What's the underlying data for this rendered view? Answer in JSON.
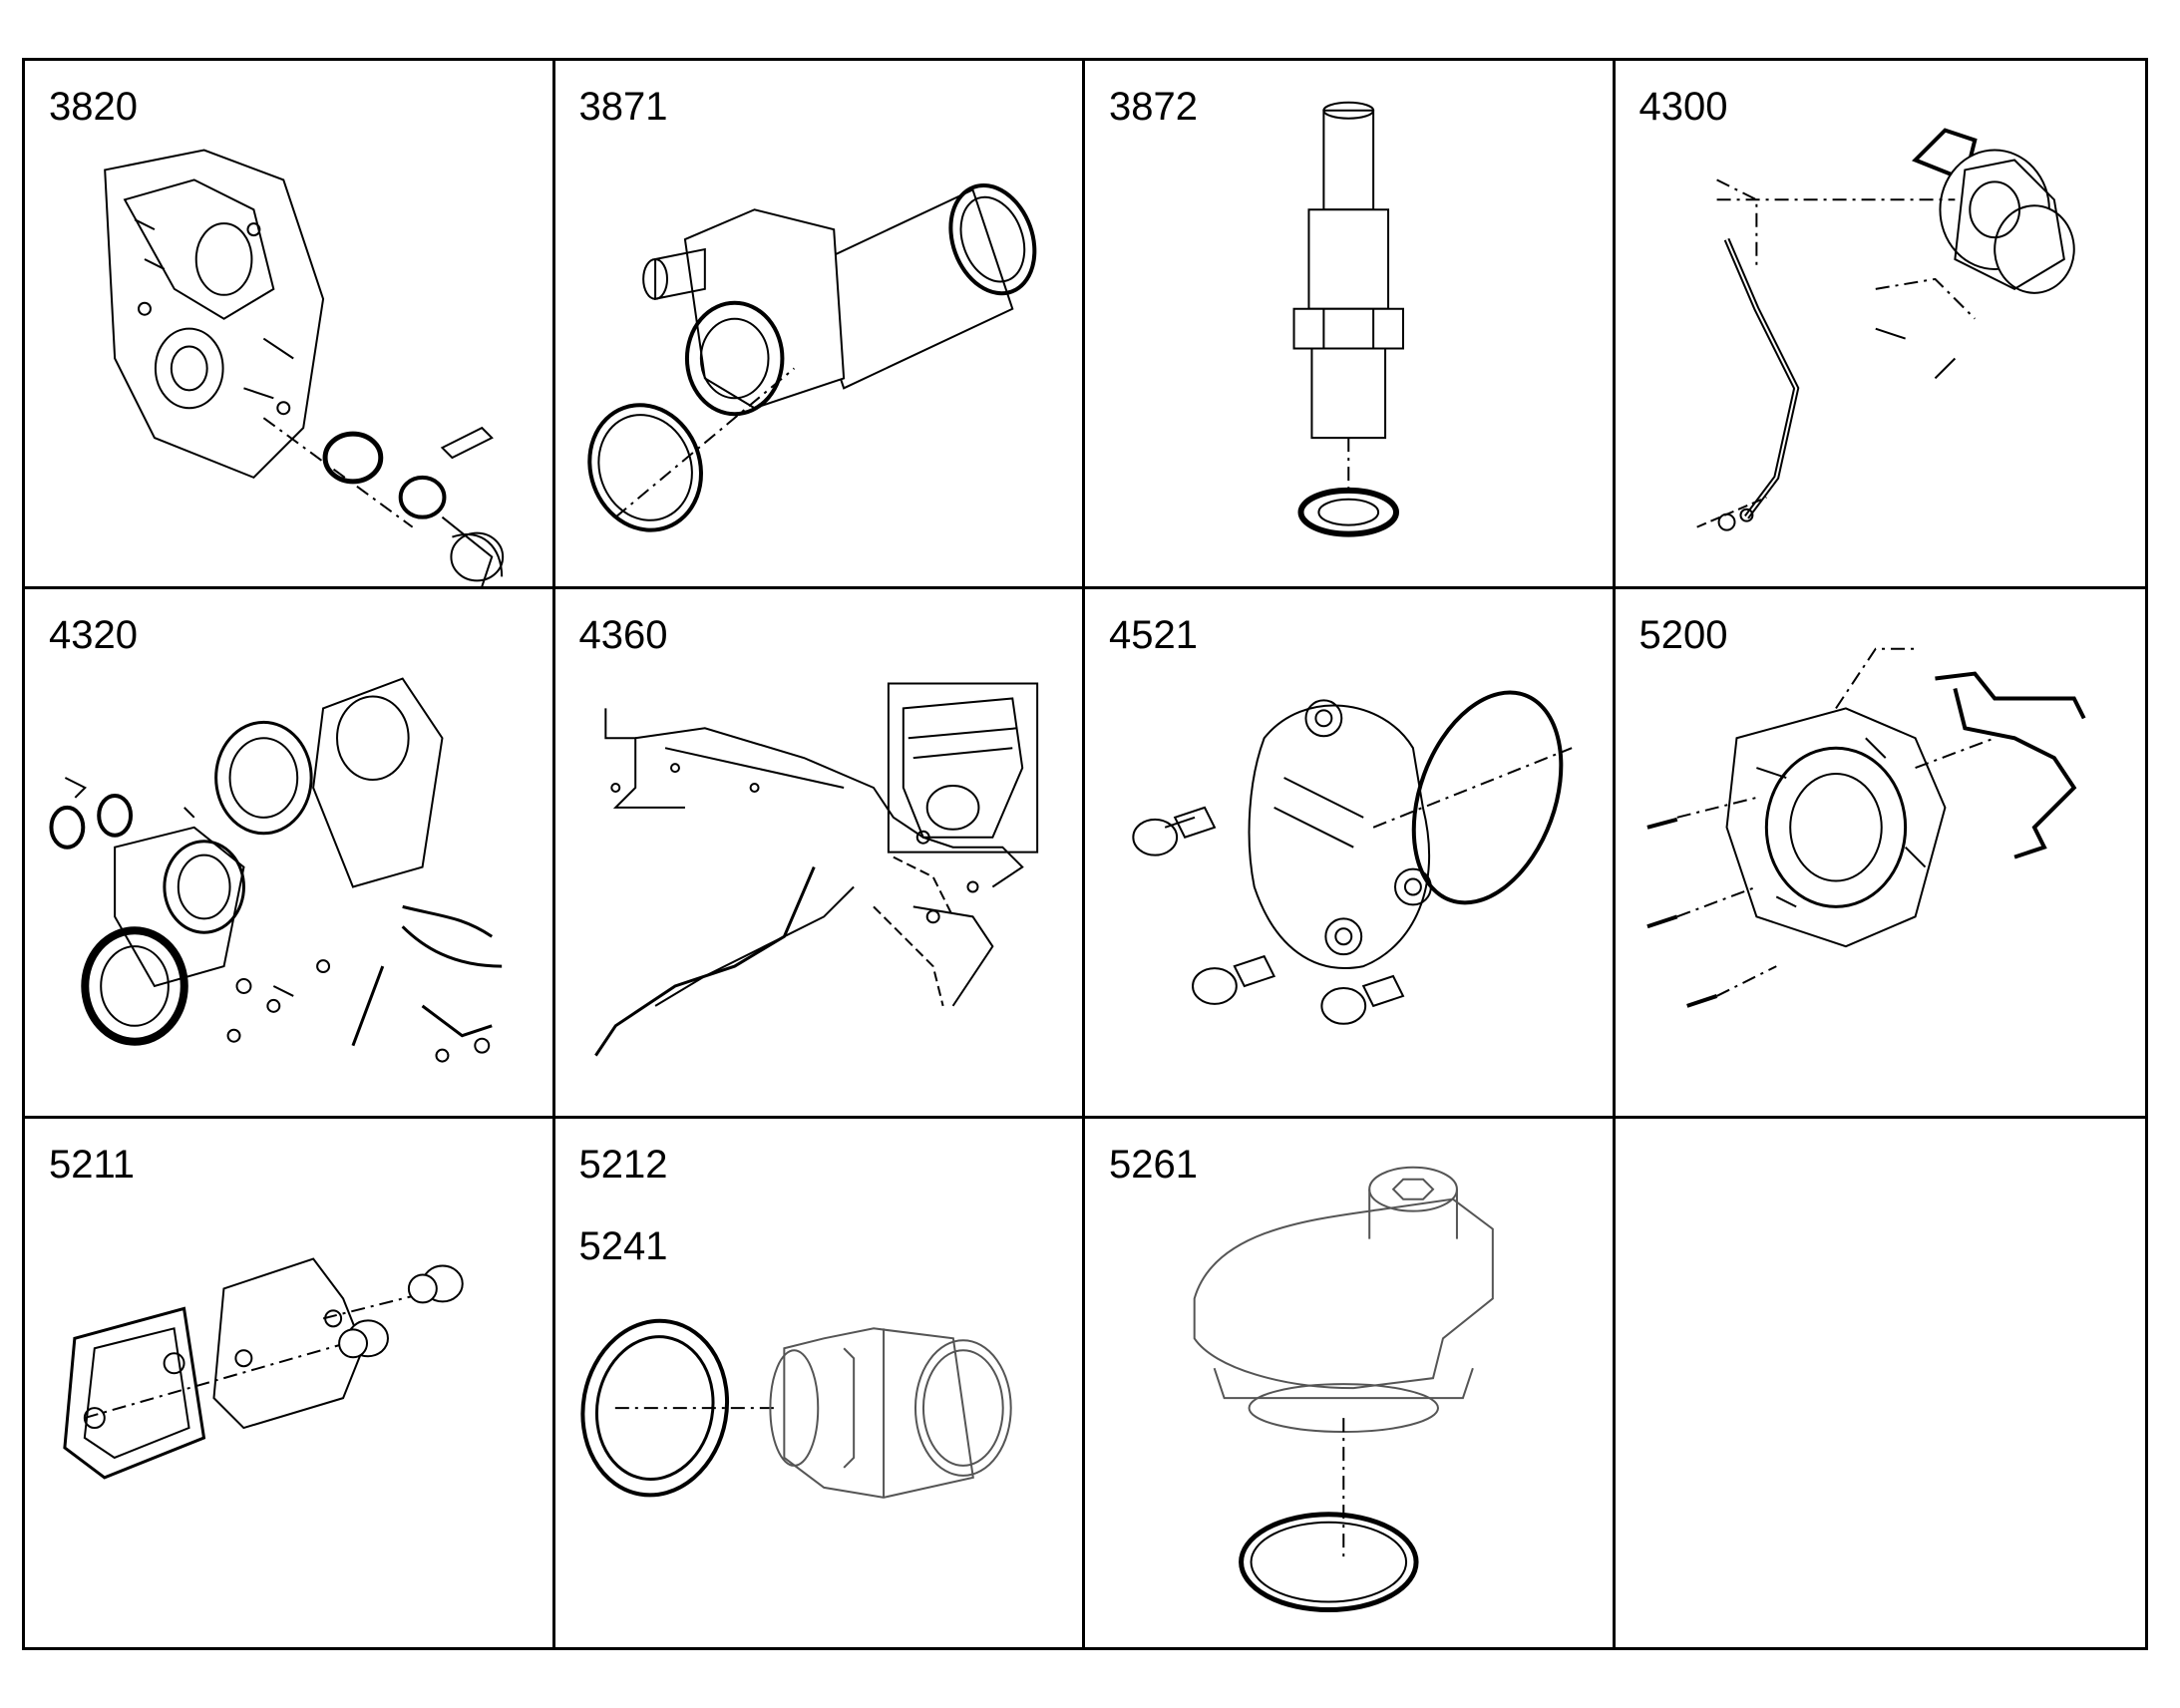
{
  "cells": [
    {
      "codes": [
        "3820"
      ],
      "drawing": "timing-case-assembly"
    },
    {
      "codes": [
        "3871"
      ],
      "drawing": "pipe-connector-with-seal"
    },
    {
      "codes": [
        "3872"
      ],
      "drawing": "stud-with-seal-ring"
    },
    {
      "codes": [
        "4300"
      ],
      "drawing": "turbocharger-oil-line"
    },
    {
      "codes": [
        "4320"
      ],
      "drawing": "turbo-housing-and-clamps"
    },
    {
      "codes": [
        "4360"
      ],
      "drawing": "oil-return-lines"
    },
    {
      "codes": [
        "4521"
      ],
      "drawing": "cover-plate-with-bolts"
    },
    {
      "codes": [
        "5200"
      ],
      "drawing": "flywheel-housing"
    },
    {
      "codes": [
        "5211"
      ],
      "drawing": "gasket-cover-plugs"
    },
    {
      "codes": [
        "5212",
        "5241"
      ],
      "drawing": "radial-seal-and-sleeve"
    },
    {
      "codes": [
        "5261"
      ],
      "drawing": "cap-with-o-ring"
    },
    {
      "codes": [],
      "drawing": ""
    }
  ]
}
